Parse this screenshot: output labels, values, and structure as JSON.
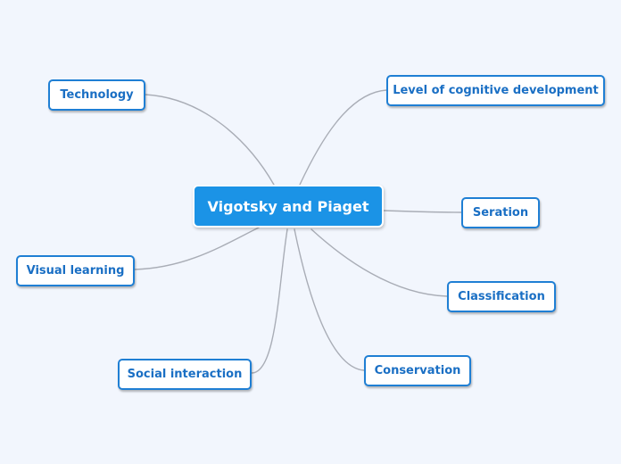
{
  "mindmap": {
    "central": "Vigotsky and Piaget",
    "branches": [
      "Technology",
      "Level of cognitive development",
      "Seration",
      "Visual learning",
      "Classification",
      "Conservation",
      "Social interaction"
    ]
  },
  "colors": {
    "background": "#f2f6fd",
    "central_fill": "#1b93e6",
    "node_border": "#1f7fd4",
    "node_text": "#1a6fc4",
    "connector": "#a9adb6"
  }
}
